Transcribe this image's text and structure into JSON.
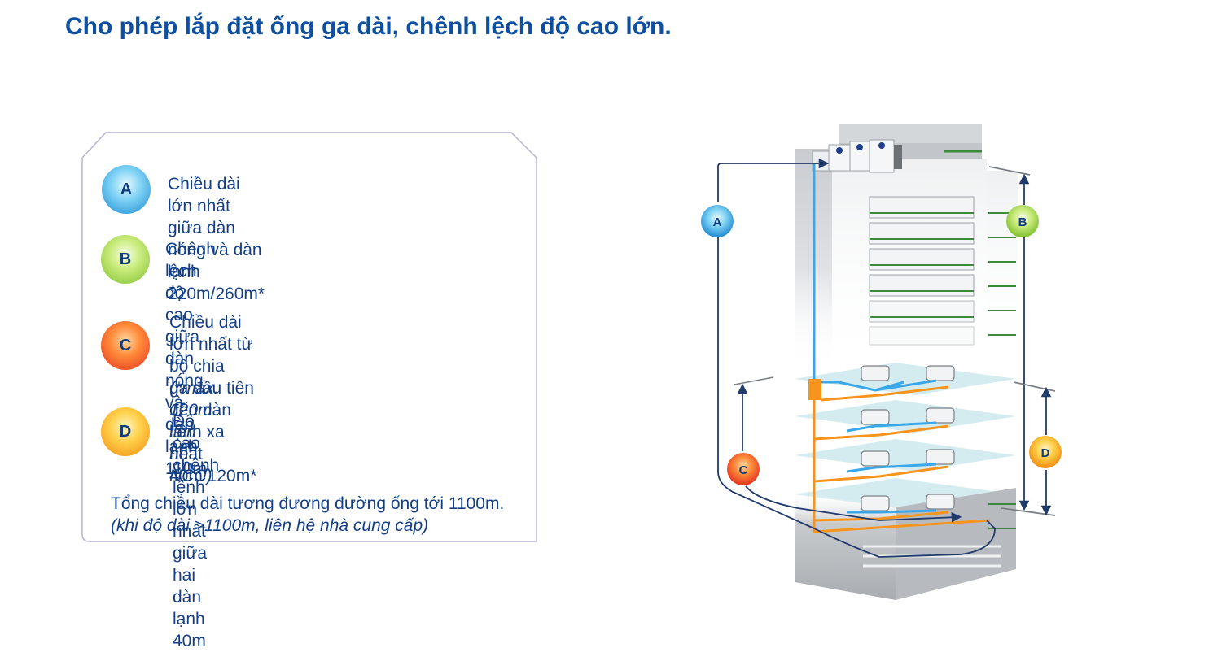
{
  "title": "Cho phép lắp đặt ống ga dài, chênh lệch độ cao lớn.",
  "items": [
    {
      "letter": "A",
      "text": "Chiều dài lớn nhất giữa dàn\nnóng và dàn lạnh 220m/260m*",
      "color": "#1e88d0"
    },
    {
      "letter": "B",
      "text": "Chênh lệch độ cao giữa dàn\nnóng và dàn lạnh 110m",
      "color": "#7fbf2e"
    },
    {
      "letter": "C",
      "text": "Chiều dài lớn nhất từ bộ chia\nga đầu tiên đến dàn lạnh xa\nnhất 40m/120m*",
      "note": "(*max. 120m liên hệ NCC)",
      "color": "#e0321e"
    },
    {
      "letter": "D",
      "text": "Độ cao chênh lệnh lớn\nnhất giữa hai dàn lạnh 40m",
      "color": "#f08a10"
    }
  ],
  "total": {
    "text": "Tổng chiều dài tương đương đường ống tới 1100m.",
    "note": "(khi độ dài >1100m, liên hệ nhà cung cấp)"
  },
  "diagram_labels": {
    "a": "A",
    "b": "B",
    "c": "C",
    "d": "D"
  },
  "colors": {
    "title": "#0d4fa0",
    "text": "#123f87",
    "frame": "#b9b2d6",
    "liquid_pipe": "#3aa8e8",
    "gas_pipe": "#f7941d",
    "dimension_line": "#1f3a6b"
  }
}
